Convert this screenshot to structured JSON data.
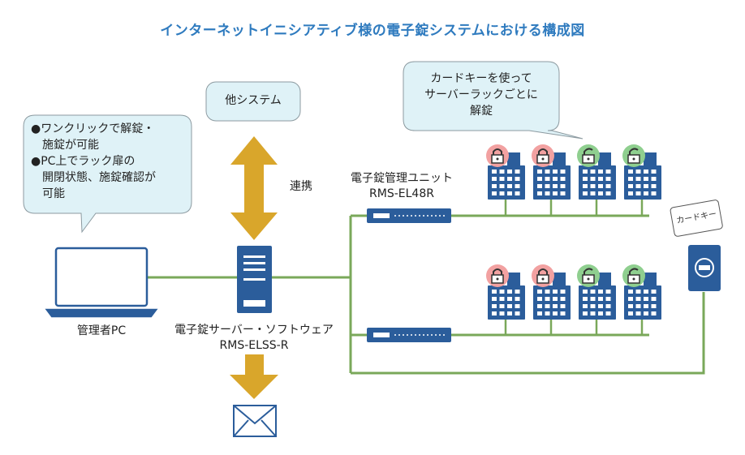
{
  "title": "インターネットイニシアティブ様の電子錠システムにおける構成図",
  "callout_admin": {
    "line1": "●ワンクリックで解錠・",
    "line2": "施錠が可能",
    "line3": "●PC上でラック扉の",
    "line4": "開閉状態、施錠確認が",
    "line5": "可能"
  },
  "callout_other": {
    "text": "他システム"
  },
  "callout_card": {
    "line1": "カードキーを使って",
    "line2": "サーバーラックごとに",
    "line3": "解錠"
  },
  "link_label": "連携",
  "admin_pc_label": "管理者PC",
  "server": {
    "line1": "電子錠サーバー・ソフトウェア",
    "line2": "RMS-ELSS-R"
  },
  "unit": {
    "line1": "電子錠管理ユニット",
    "line2": "RMS-EL48R"
  },
  "card_key_label": "カードキー",
  "colors": {
    "title": "#2f7bbf",
    "line_green": "#7aa85a",
    "device_blue": "#2b5d9b",
    "arrow_gold": "#d9a62b",
    "callout_fill": "#dff2f7",
    "lock_locked": "#f2a1a1",
    "lock_unlocked": "#8fcf8f"
  },
  "rack_row_top": [
    {
      "lock": "locked",
      "icon": "lock-closed-icon"
    },
    {
      "lock": "locked",
      "icon": "lock-closed-icon"
    },
    {
      "lock": "unlocked",
      "icon": "lock-open-icon"
    },
    {
      "lock": "unlocked",
      "icon": "lock-open-icon"
    }
  ],
  "rack_row_bottom": [
    {
      "lock": "locked",
      "icon": "lock-closed-icon"
    },
    {
      "lock": "locked",
      "icon": "lock-closed-icon"
    },
    {
      "lock": "unlocked",
      "icon": "lock-open-icon"
    },
    {
      "lock": "unlocked",
      "icon": "lock-open-icon"
    }
  ]
}
